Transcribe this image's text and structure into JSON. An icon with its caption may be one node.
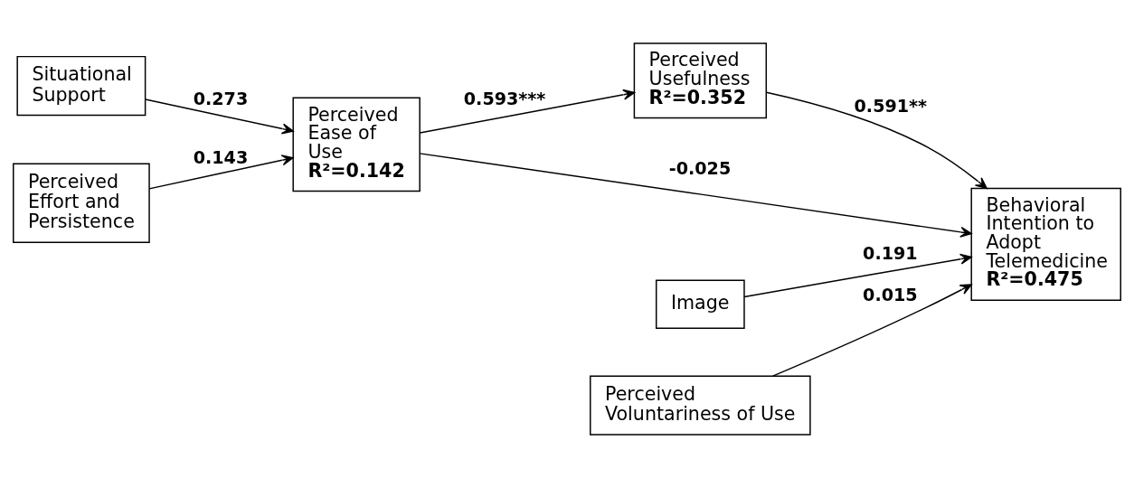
{
  "diagram": {
    "nodes": [
      {
        "text": [
          "Situational Support"
        ]
      },
      {
        "text": [
          "Perceived Effort and Persistence"
        ]
      },
      {
        "text": [
          "Perceived Ease of Use",
          "R²=0.142"
        ]
      },
      {
        "text": [
          "Perceived Usefulness",
          "R²=0.352"
        ]
      },
      {
        "text": [
          "Image"
        ]
      },
      {
        "text": [
          "Behavioral Intention to Adopt Telemedicine",
          "R²=0.475"
        ]
      },
      {
        "text": [
          "Perceived Voluntariness of Use"
        ]
      }
    ],
    "edges": [
      {
        "from": 0,
        "to": 2,
        "arrow": "to",
        "label": "0.273"
      },
      {
        "from": 1,
        "to": 2,
        "arrow": "to",
        "label": "0.143"
      },
      {
        "from": 2,
        "to": 3,
        "arrow": "to",
        "label": "0.593***"
      },
      {
        "from": 2,
        "to": 5,
        "arrow": "to",
        "label": "-0.025"
      },
      {
        "from": 3,
        "to": 5,
        "arrow": "to",
        "label": "0.591**"
      },
      {
        "from": 4,
        "to": 5,
        "arrow": "to",
        "label": "0.191"
      },
      {
        "from": 6,
        "to": 5,
        "arrow": "to",
        "label": "0.015"
      }
    ]
  }
}
